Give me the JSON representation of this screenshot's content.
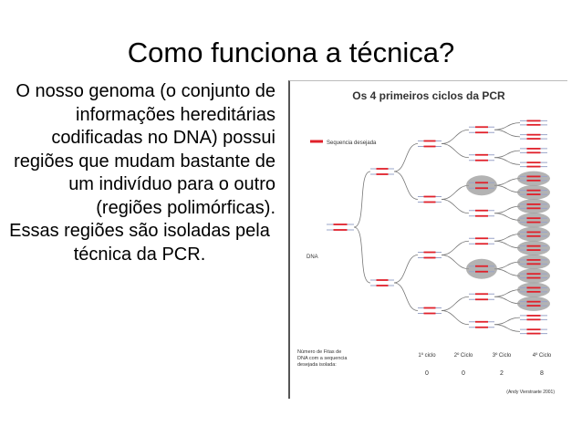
{
  "slide": {
    "title": "Como funciona a técnica?",
    "body_line_1": "O nosso genoma (o conjunto de informações hereditárias codificadas no DNA) possui regiões que mudam bastante de um indivíduo para o outro (regiões polimórficas).",
    "body_line_2": "Essas regiões são isoladas pela técnica da PCR."
  },
  "figure": {
    "title": "Os 4 primeiros ciclos da PCR",
    "legend_label": "Sequencia desejada",
    "root_label": "DNA",
    "table_row_label": "Número de Fitas de DNA com a sequencia desejada isolada:",
    "cycles": [
      {
        "label": "1º ciclo",
        "value": "0"
      },
      {
        "label": "2º Ciclo",
        "value": "0"
      },
      {
        "label": "3º Ciclo",
        "value": "2"
      },
      {
        "label": "4º Ciclo",
        "value": "8"
      }
    ],
    "credit": "(Andy Vierstraete 2001)",
    "colors": {
      "target": "#e0202a",
      "strand": "#9aa4c8",
      "highlight": "#9a9a9a",
      "line": "#777777"
    }
  }
}
